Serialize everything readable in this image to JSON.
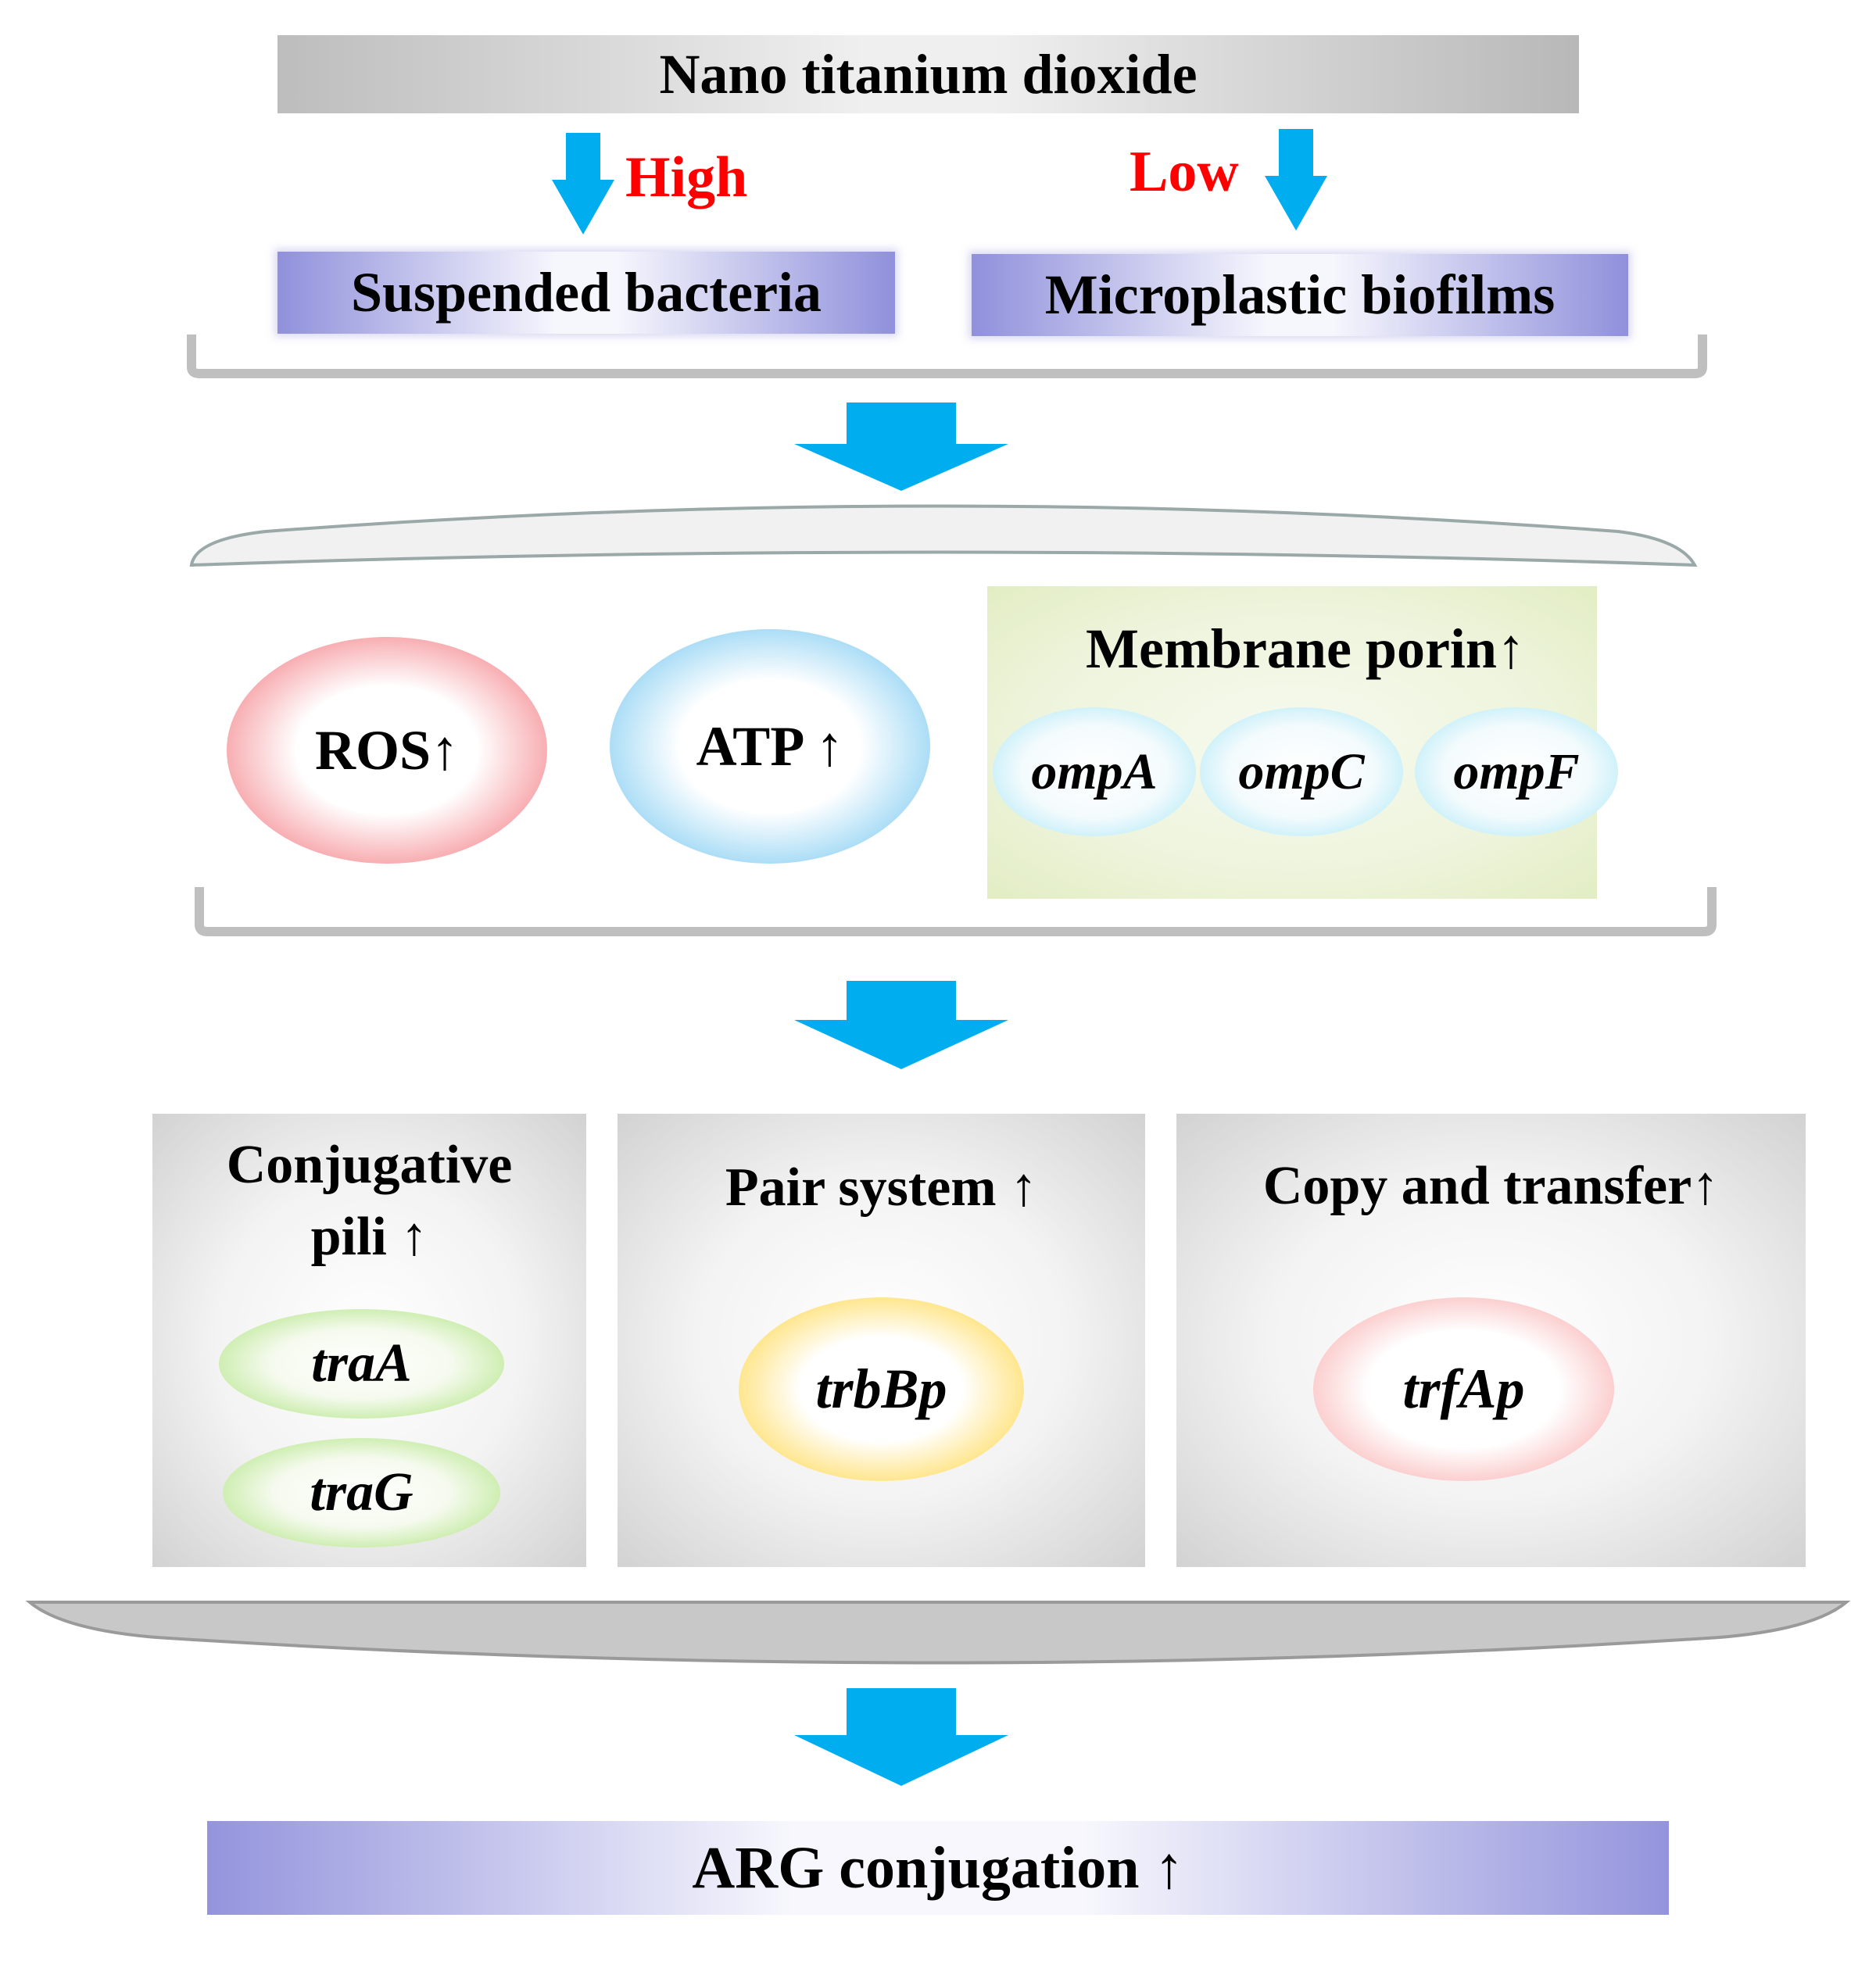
{
  "top": {
    "title": "Nano titanium dioxide"
  },
  "branches": {
    "left": {
      "level": "High",
      "target": "Suspended bacteria"
    },
    "right": {
      "level": "Low",
      "target": "Microplastic biofilms"
    }
  },
  "mechanisms": {
    "ros": "ROS↑",
    "atp": "ATP ↑",
    "porin": {
      "title": "Membrane porin↑",
      "genes": [
        "ompA",
        "ompC",
        "ompF"
      ]
    }
  },
  "conjugation_systems": {
    "pili": {
      "title_line1": "Conjugative",
      "title_line2": "pili ↑",
      "genes": [
        "traA",
        "traG"
      ]
    },
    "pair": {
      "title": "Pair system ↑",
      "gene": "trbBp"
    },
    "copy": {
      "title": "Copy and transfer↑",
      "gene": "trfAp"
    }
  },
  "outcome": {
    "label": "ARG conjugation ↑"
  },
  "colors": {
    "arrow_blue": "#00aeef",
    "label_red": "#ff0000",
    "bracket_grey": "#bfbfbf"
  }
}
